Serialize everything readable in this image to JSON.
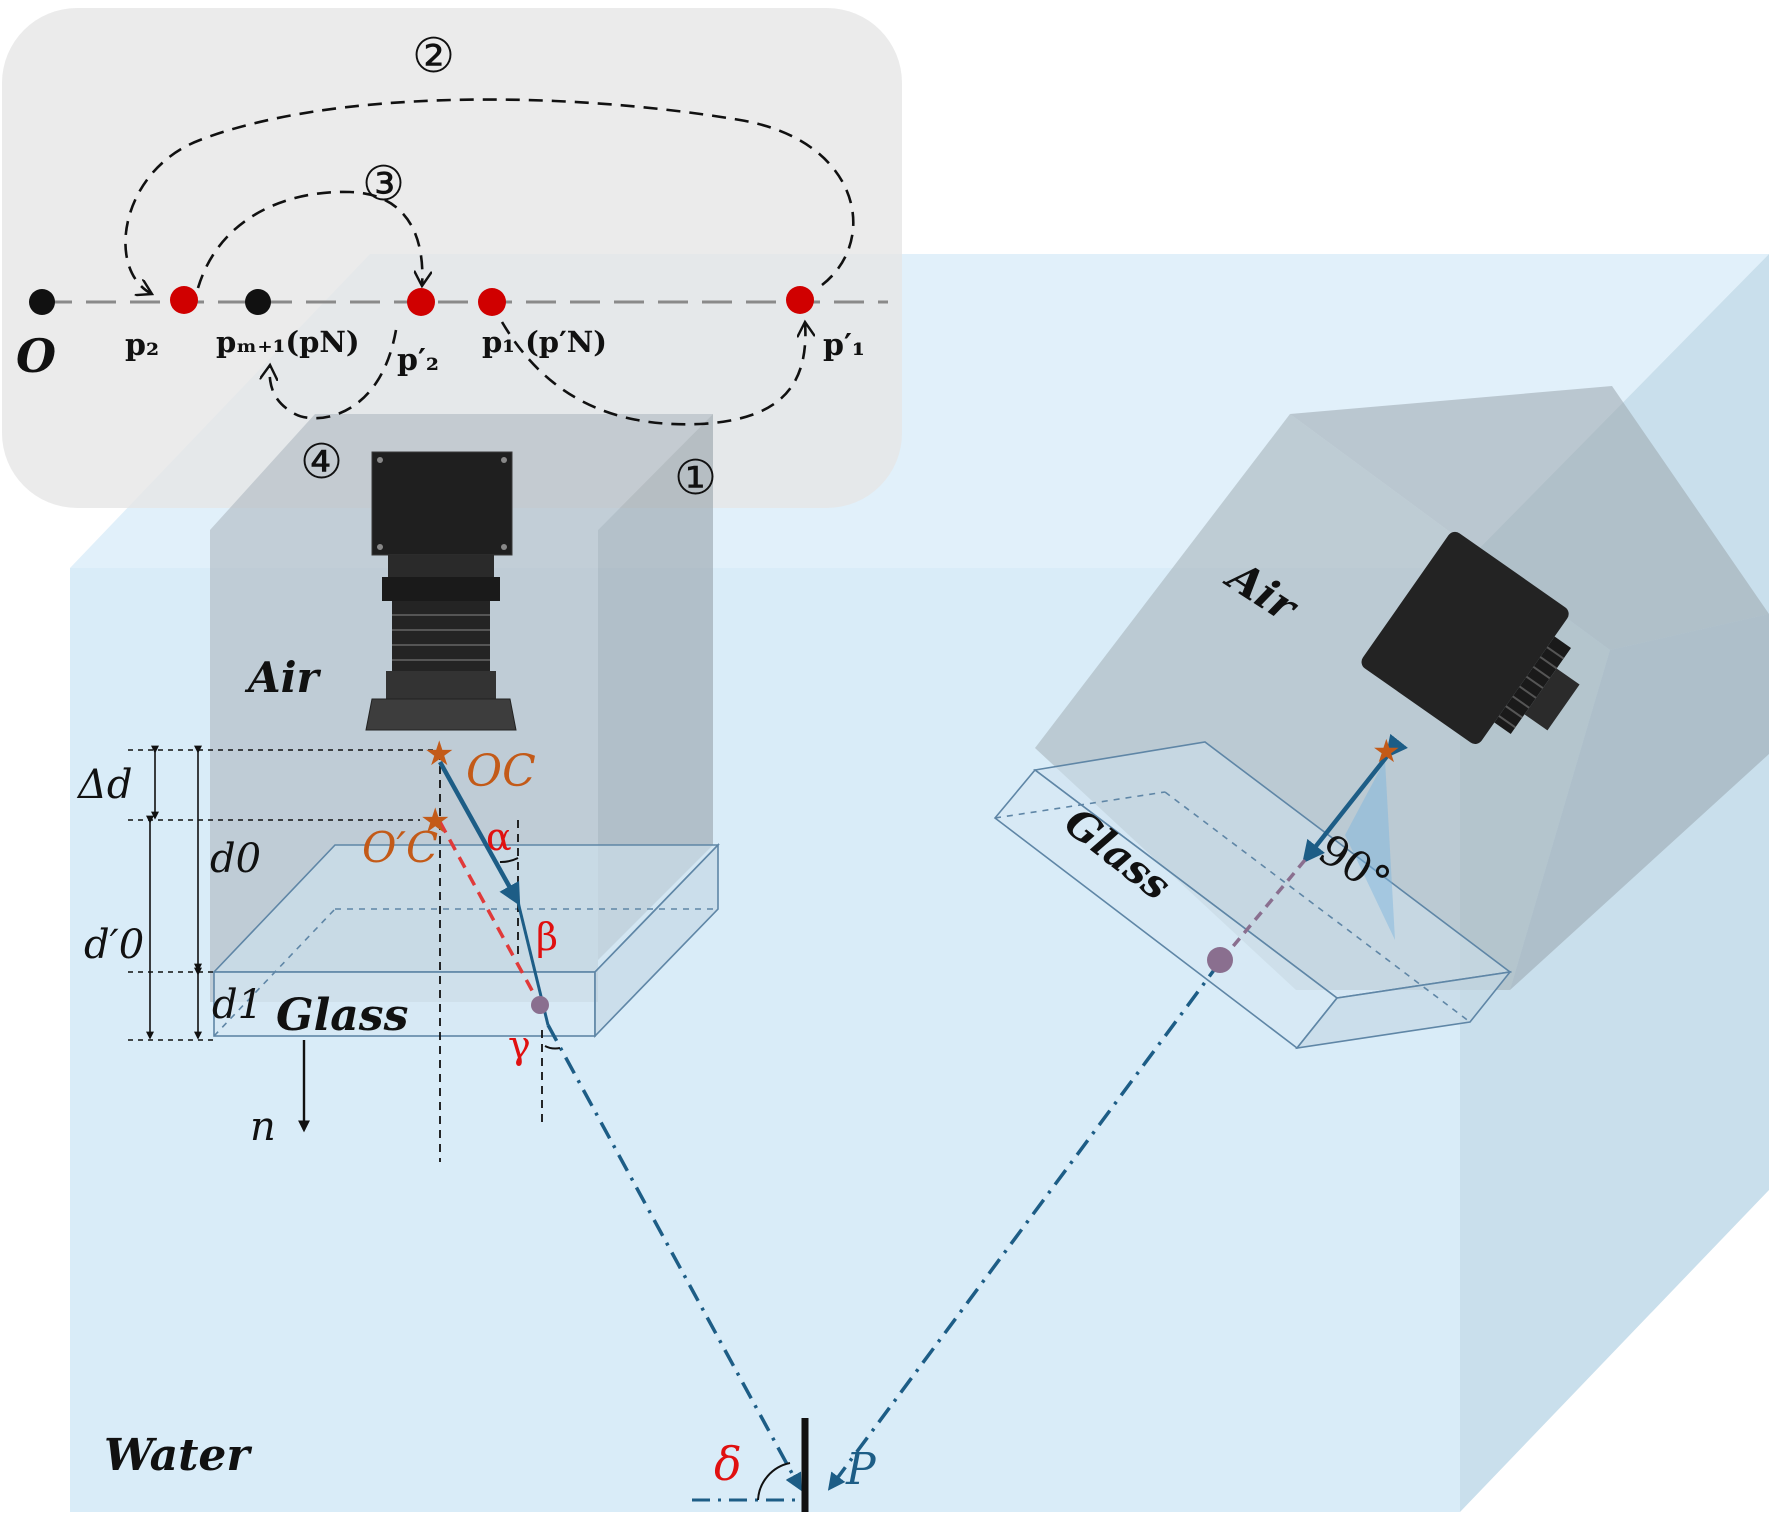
{
  "colors": {
    "water": "#d9ecf8",
    "water_side": "#c6dcea",
    "box_grey": "#9aa3aa",
    "panel": "#e9e9e9",
    "ray_blue": "#1d5d86",
    "red_text": "#e01010",
    "orange_text": "#c35a18",
    "red_dot": "#d00000",
    "black_dot": "#111111",
    "purple_dot": "#8a6f8f"
  },
  "labels": {
    "top_sequence": {
      "o": "O",
      "p2": "p₂",
      "pm1": "pₘ₊₁(pN)",
      "p2prime": "p′₂",
      "p1": "p₁ (p′N)",
      "p1prime": "p′₁",
      "step1": "①",
      "step2": "②",
      "step3": "③",
      "step4": "④"
    },
    "left_box": {
      "air": "Air",
      "glass": "Glass",
      "oc": "OC",
      "oc_prime": "O′C",
      "delta_d": "Δd",
      "d0": "d0",
      "d0_prime": "d′0",
      "d1": "d1",
      "n": "n",
      "alpha": "α",
      "beta": "β",
      "gamma": "γ"
    },
    "right_box": {
      "air": "Air",
      "glass": "Glass",
      "angle": "90°"
    },
    "water": "Water",
    "delta": "δ",
    "point_p": "P"
  }
}
